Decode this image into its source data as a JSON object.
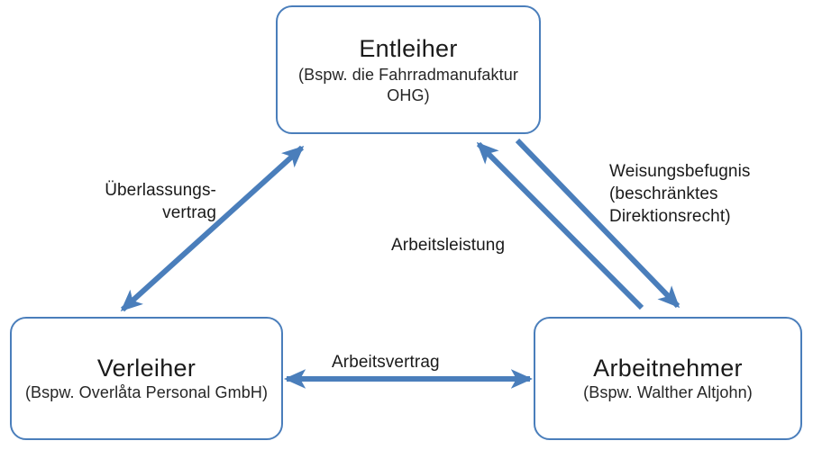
{
  "diagram": {
    "type": "triangle-relationship-diagram",
    "accent_color": "#4a7ebb",
    "text_color": "#1a1a1a",
    "background": "#ffffff",
    "nodes": [
      {
        "id": "entleiher",
        "title": "Entleiher",
        "subtitle": "(Bspw. die\nFahrradmanufaktur OHG)"
      },
      {
        "id": "verleiher",
        "title": "Verleiher",
        "subtitle": "(Bspw. Overlåta Personal\nGmbH)"
      },
      {
        "id": "arbeitnehmer",
        "title": "Arbeitnehmer",
        "subtitle": "(Bspw. Walther Altjohn)"
      }
    ],
    "edges": [
      {
        "id": "ueberlassungsvertrag",
        "label": "Überlassungs-\nvertrag",
        "from": "verleiher",
        "to": "entleiher",
        "arrows": "both"
      },
      {
        "id": "arbeitsleistung",
        "label": "Arbeitsleistung",
        "from": "arbeitnehmer",
        "to": "entleiher",
        "arrows": "end"
      },
      {
        "id": "weisungsbefugnis",
        "label": "Weisungsbefugnis\n(beschränktes\nDirektionsrecht)",
        "from": "entleiher",
        "to": "arbeitnehmer",
        "arrows": "end"
      },
      {
        "id": "arbeitsvertrag",
        "label": "Arbeitsvertrag",
        "from": "verleiher",
        "to": "arbeitnehmer",
        "arrows": "both"
      }
    ]
  }
}
